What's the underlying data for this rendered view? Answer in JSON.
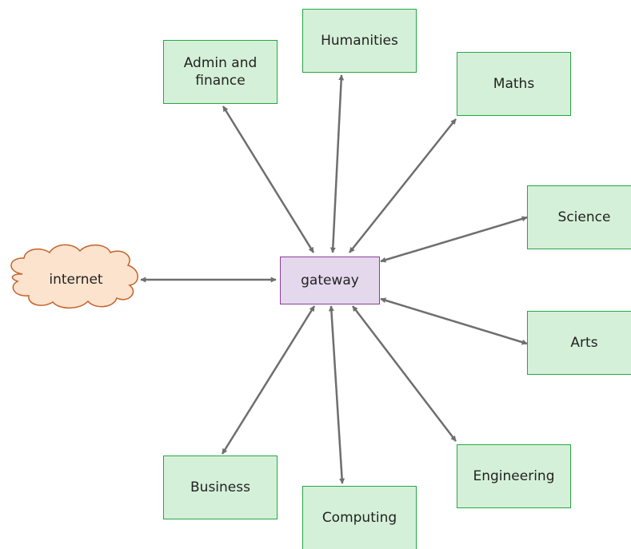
{
  "hub": {
    "label": "gateway"
  },
  "cloud": {
    "label": "internet"
  },
  "departments": {
    "admin": "Admin and\nfinance",
    "humanities": "Humanities",
    "maths": "Maths",
    "science": "Science",
    "arts": "Arts",
    "engineering": "Engineering",
    "computing": "Computing",
    "business": "Business"
  },
  "colors": {
    "dept_fill": "#d5f0d8",
    "dept_border": "#25a843",
    "gateway_fill": "#e4d8ec",
    "gateway_border": "#8a3f99",
    "cloud_fill": "#fbe3cd",
    "cloud_border": "#c4622a",
    "arrow": "#6e6e6e"
  },
  "connections": [
    {
      "from": "gateway",
      "to": "internet",
      "direction": "two-way"
    },
    {
      "from": "gateway",
      "to": "Admin and finance",
      "direction": "two-way"
    },
    {
      "from": "gateway",
      "to": "Humanities",
      "direction": "two-way"
    },
    {
      "from": "gateway",
      "to": "Maths",
      "direction": "two-way"
    },
    {
      "from": "gateway",
      "to": "Science",
      "direction": "two-way"
    },
    {
      "from": "gateway",
      "to": "Arts",
      "direction": "two-way"
    },
    {
      "from": "gateway",
      "to": "Engineering",
      "direction": "two-way"
    },
    {
      "from": "gateway",
      "to": "Computing",
      "direction": "two-way"
    },
    {
      "from": "gateway",
      "to": "Business",
      "direction": "two-way"
    }
  ]
}
